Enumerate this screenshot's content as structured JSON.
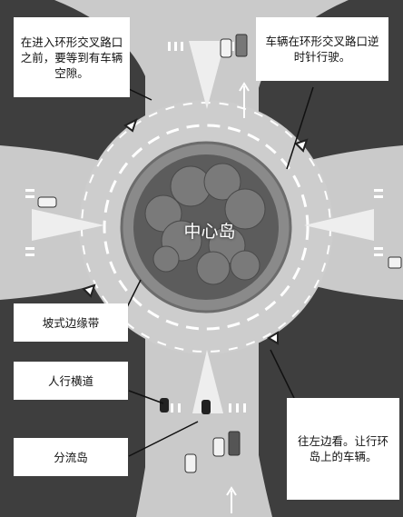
{
  "callouts": {
    "wait_before_entry": "在进入环形交叉路口之前，要等到有车辆空隙。",
    "counterclockwise": "车辆在环形交叉路口逆时针行驶。",
    "apron": "坡式边缘带",
    "crosswalk": "人行横道",
    "splitter_island": "分流岛",
    "look_left_yield": "往左边看。让行环岛上的车辆。"
  },
  "central_island_label": "中心岛",
  "colors": {
    "background": "#3d3d3d",
    "road": "#c9c9c9",
    "apron": "#8a8a8a",
    "island": "#ececec",
    "vegetation": "#6f6f6f",
    "callout_fill": "#ffffff",
    "leader_line": "#111111"
  }
}
